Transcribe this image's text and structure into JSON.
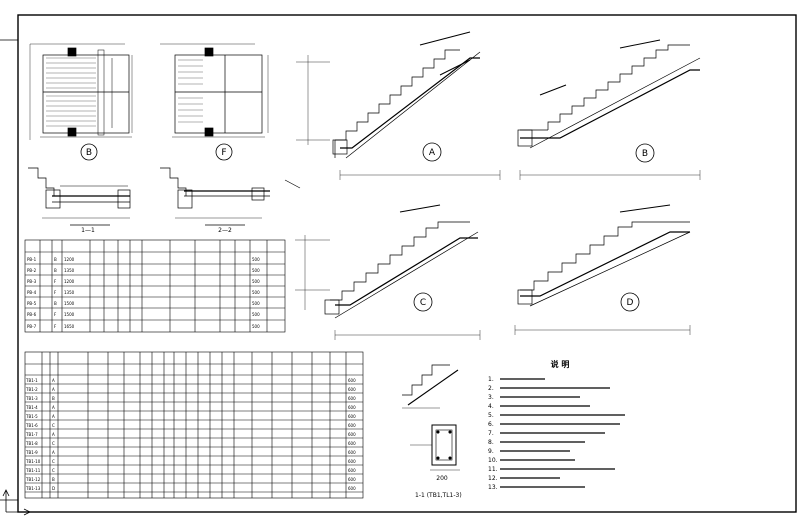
{
  "plans": {
    "b": {
      "label": "B"
    },
    "f": {
      "label": "F"
    }
  },
  "sections": {
    "left": {
      "label": "1—1"
    },
    "right": {
      "label": "2—2"
    }
  },
  "elevations": {
    "a": {
      "label": "A"
    },
    "b": {
      "label": "B"
    },
    "c": {
      "label": "C"
    },
    "d": {
      "label": "D"
    }
  },
  "notes": {
    "title": "说 明",
    "items": [
      "1.",
      "2.",
      "3.",
      "4.",
      "5.",
      "6.",
      "7.",
      "8.",
      "9.",
      "10.",
      "11.",
      "12.",
      "13."
    ]
  },
  "detail": {
    "caption": "1-1 (TB1,TL1-3)",
    "dim": "200"
  },
  "small_table": {
    "row_labels": [
      "PB-1",
      "PB-2",
      "PB-3",
      "PB-4",
      "PB-5",
      "PB-6",
      "PB-7"
    ],
    "types": [
      "B",
      "B",
      "F",
      "F",
      "B",
      "F",
      "F"
    ],
    "vals": [
      "1200",
      "1350",
      "1200",
      "1350",
      "1500",
      "1500",
      "1650"
    ],
    "last_col": [
      "500",
      "500",
      "500",
      "500",
      "500",
      "500",
      "500"
    ]
  },
  "big_table": {
    "row_labels": [
      "TB1-1",
      "TB1-2",
      "TB1-3",
      "TB1-4",
      "TB1-5",
      "TB1-6",
      "TB1-7",
      "TB1-8",
      "TB1-9",
      "TB1-10",
      "TB1-11",
      "TB1-12",
      "TB1-13"
    ],
    "types": [
      "A",
      "A",
      "B",
      "A",
      "A",
      "C",
      "A",
      "C",
      "A",
      "C",
      "C",
      "B",
      "D"
    ],
    "last_col": [
      "600",
      "600",
      "600",
      "600",
      "600",
      "600",
      "600",
      "600",
      "600",
      "600",
      "600",
      "600",
      "600"
    ]
  }
}
